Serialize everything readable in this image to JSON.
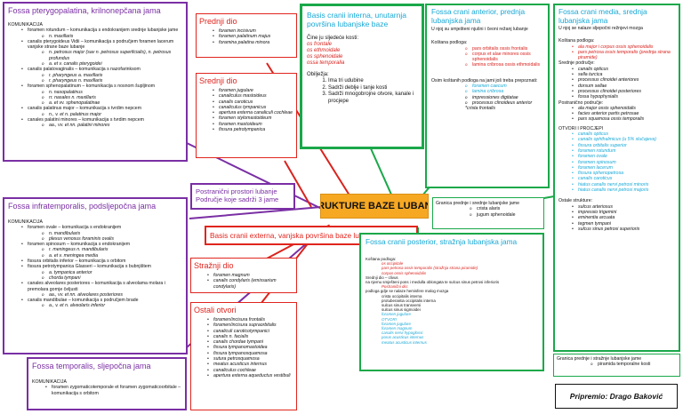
{
  "center": {
    "title": "STRUKTURE BAZE LUBANJE"
  },
  "ptery": {
    "title": "Fossa pterygopalatina, krilnonepčana jama",
    "sub": "KOMUNIKACIJA",
    "items": [
      {
        "lvl": 1,
        "text": "foramen rotundum – komunikacija s endokranijem srednje lubanjske jame"
      },
      {
        "lvl": 2,
        "text": "n. maxillaris"
      },
      {
        "lvl": 1,
        "text": "canalis pterygoideus Vidii – komunikacija s područjem foramen lacerum vanjske strane baze lubanje"
      },
      {
        "lvl": 2,
        "text": "n. petrosus major (sav n. petrosus superficialis), n. petrosus profundus"
      },
      {
        "lvl": 2,
        "text": "a. et v. canalis pterygoidei"
      },
      {
        "lvl": 1,
        "text": "canalis palatovaginalis – komunikacija s nazofarinksom"
      },
      {
        "lvl": 2,
        "text": "r. pharyngeus a. maxillaris"
      },
      {
        "lvl": 2,
        "text": "r. pharyngeus n. maxillaris"
      },
      {
        "lvl": 1,
        "text": "foramen sphenopalatinum – komunikacija s nosnom šupljinom"
      },
      {
        "lvl": 2,
        "text": "n. nasopalatinus"
      },
      {
        "lvl": 2,
        "text": "rr. nasales n. maxillaris"
      },
      {
        "lvl": 2,
        "text": "a. et vv. sphenopalatinae"
      },
      {
        "lvl": 1,
        "text": "canalis palatinus major – komunikacija s tvrdim nepcem"
      },
      {
        "lvl": 2,
        "text": "n., v. et n. palatinus major"
      },
      {
        "lvl": 1,
        "text": "canales palatini minores – komunikacija s tvrdim nepcem"
      },
      {
        "lvl": 2,
        "text": "aa., vv. et nn. palatini minores"
      }
    ]
  },
  "infra": {
    "title": "Fossa infratemporalis, podsljepočna jama",
    "sub": "KOMUNIKACIJA",
    "items": [
      {
        "lvl": 1,
        "text": "foramen ovale – komunikacija s endokranijem"
      },
      {
        "lvl": 2,
        "text": "n. mandibularis"
      },
      {
        "lvl": 2,
        "text": "plexus venosus foraminis ovalis"
      },
      {
        "lvl": 1,
        "text": "foramen spinosum – komunikacija s endokranijem"
      },
      {
        "lvl": 2,
        "text": "r. meningeus n. mandibularis"
      },
      {
        "lvl": 2,
        "text": "a. et v. meningea media"
      },
      {
        "lvl": 1,
        "text": "fissura orbitalis inferior – komunikacija s orbitom"
      },
      {
        "lvl": 1,
        "text": "fissura petrotympanica Glasseri – komunikacija s bubnjištem"
      },
      {
        "lvl": 2,
        "text": "a. tympanica anterior"
      },
      {
        "lvl": 2,
        "text": "chorda tympani"
      },
      {
        "lvl": 1,
        "text": "canales alveolares posteriores – komunikacija s alveolama molara i premolara gornje čeljusti"
      },
      {
        "lvl": 2,
        "text": "aa., vv. et nn. alveolares posteriores"
      },
      {
        "lvl": 1,
        "text": "canalis mandibulae – komunikacija s područjem brade"
      },
      {
        "lvl": 2,
        "text": "a., v. et n. alveolaris inferior"
      }
    ]
  },
  "temporal": {
    "title": "Fossa temporalis, sljepočna jama",
    "sub": "KOMUNIKACIJA",
    "items": [
      {
        "lvl": 1,
        "text": "foramen zygomaticotemporale et foramen zygomaticoorbitale – komunikacija s orbitom"
      }
    ]
  },
  "prednji": {
    "title": "Prednji dio",
    "items": [
      "foramen incisivum",
      "foramen palatinum majus",
      "foramina palatina minora"
    ]
  },
  "srednji": {
    "title": "Srednji dio",
    "items": [
      "foramen jugulare",
      "canaliculus mastoideus",
      "canalis caroticus",
      "canaliculus tympanicus",
      "apertura externa canaliculi cochleae",
      "foramen stylomastoideum",
      "foramen mastoideum",
      "fissura petrotympanica"
    ]
  },
  "straznji": {
    "title": "Stražnji dio",
    "items": [
      "foramen magnum",
      "canalis condylaris (emissarium condylaris)"
    ]
  },
  "ostali": {
    "title": "Ostali otvori",
    "items": [
      "foramen/incisura frontalis",
      "foramen/incisura supraorbitalis",
      "canaliculi caroticotympanici",
      "canalis n. facialis",
      "canalis chordae tympani",
      "fissura tympanomastoidea",
      "fissura tympanosquamosa",
      "sutura petrosquamosa",
      "meatus acusticus internus",
      "canaliculus cochleae",
      "apertura externa aqueductus vestibuli"
    ]
  },
  "postranicni": {
    "line1": "Postranični prostori lubanje",
    "line2": "Područje koje sadrži 3 jame"
  },
  "externa": {
    "title": "Basis cranii externa, vanjska površina baze lubanje, otvori"
  },
  "interna": {
    "title": "Basis cranii interna, unutarnja površina lubanjske baze",
    "intro": "Čine ju sljedeće kosti:",
    "bones": [
      "os frontale",
      "os ethmoidale",
      "os sphenoidale",
      "ossa temporalia"
    ],
    "obiljezja_title": "Obilježja:",
    "obiljezja": [
      "Ima tri udubine",
      "Sadrži deblje i tanje kosti",
      "Sadrži mnogobrojne otvore, kanale i procjepe"
    ]
  },
  "anterior": {
    "title": "Fossa crani anterior, prednja lubanjska jama",
    "intro": "U njoj su smješteni njušni i čeoni režanj lubanje",
    "podloga_title": "Koštana podloga:",
    "podloga": [
      "pars orbitalis ossis frontalis",
      "corpus et alae minores ossis sphenoidalis",
      "lamina cribrosa ossis ethmoidalis"
    ],
    "otvori_title": "Osim koštanih podloga na jami još treba prepoznati:",
    "otvori": [
      "foramen caecum",
      "lamina cribrosa",
      "impressiones digitatae",
      "processus clinoideus anterior"
    ],
    "note": "*crista frontalis"
  },
  "media": {
    "title": "Fossa crani media, srednja lubanjska jama",
    "intro": "U njoj se nalaze sljepočni režnjevi mozga",
    "podloga_title": "Koštana podloga:",
    "podloga": [
      "ala major i corpus ossis sphenoidalis",
      "pars petrosa ossis temporalis (prednja strana piramide)"
    ],
    "srednje_title": "Srednje područje:",
    "srednje": [
      "canalis opticus",
      "sella turcica",
      "processus clinoidei anteriores",
      "dorsum sellae",
      "processus clinoidei posteriores",
      "fossa hypophysialis"
    ],
    "post_title": "Postranično područje:",
    "post": [
      "ala major ossis sphenoidalis",
      "facies anterior partis petrosae",
      "pars squamosa ossis temporalis"
    ],
    "otvori_title": "OTVORI I PROCJEPI",
    "otvori": [
      "canalis opticus",
      "canalis ophthalmicus (u 5% slučajeva)",
      "fissura orbitalis superior",
      "foramen rotundum",
      "foramen ovale",
      "foramen spinosum",
      "foramen lacerum",
      "fissura sphenopetrosa",
      "canalis caroticus",
      "hiatus canalis nervi petrosi minoris",
      "hiatus canalis nervi petrosi majoris"
    ],
    "ostale_title": "Ostale strukture:",
    "ostale": [
      "sulcus arteriosus",
      "impressio trigemini",
      "eminentia arcuata",
      "tegmen tympani",
      "sulcus sinus petrosi superioris"
    ]
  },
  "granica1": {
    "title": "Granica prednje i srednje lubanjske jame",
    "items": [
      "crista alaris",
      "jugum sphenoidale"
    ]
  },
  "posterior": {
    "title": "Fossa cranii posterior, stražnja lubanjska jama",
    "lines": [
      {
        "c": "k",
        "text": "Koštana podloga:"
      },
      {
        "c": "r",
        "text": "os occipitale"
      },
      {
        "c": "r",
        "text": "pars petrosa ossis temporalis (stražnja strana piramide)"
      },
      {
        "c": "r",
        "text": "corpus ossis sphenoidalis"
      },
      {
        "c": "k",
        "text": "Srednji dio – clivus"
      },
      {
        "c": "k",
        "text": "na njemu smješteni pons i medulla oblongata te sulcus sinus petrosi inferioris"
      },
      {
        "c": "r",
        "text": "Postranični dio:"
      },
      {
        "c": "k",
        "text": "podloga gdje se nalaze hemisfere malog mozga"
      },
      {
        "c": "k",
        "text": "crista occipitalis interna"
      },
      {
        "c": "k",
        "text": "protuberantia occipitalis interna"
      },
      {
        "c": "k",
        "text": "sulcus sinus transversi"
      },
      {
        "c": "k",
        "text": "sulcus sinus sigmoidei"
      },
      {
        "c": "c",
        "text": "foramen jugulare"
      },
      {
        "c": "c",
        "text": "OTVORI"
      },
      {
        "c": "c",
        "text": "foramen jugulare"
      },
      {
        "c": "c",
        "text": "foramen magnum"
      },
      {
        "c": "c",
        "text": "canalis nervi hypoglossi"
      },
      {
        "c": "c",
        "text": "porus acusticus internus"
      },
      {
        "c": "c",
        "text": "meatus acusticus internus"
      }
    ]
  },
  "granica2": {
    "title": "Granica prednje i stražnje lubanjske jame",
    "items": [
      "piramida temporalne kosti"
    ]
  },
  "credit": {
    "text": "Pripremio: Drago Baković"
  }
}
